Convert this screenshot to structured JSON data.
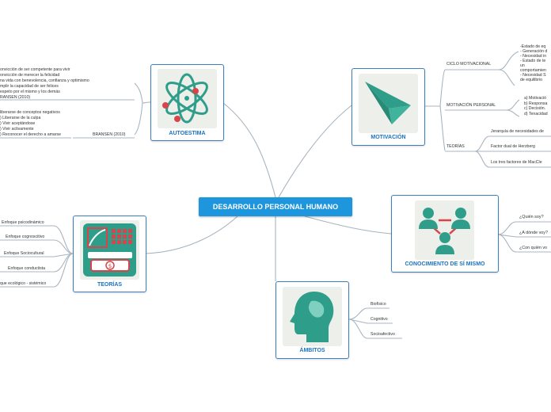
{
  "central": "DESARROLLO PERSONAL HUMANO",
  "autoestima": {
    "title": "AUTOESTIMA",
    "group1": [
      "onvicción de ser competente para vivir",
      "onvicción de merecer la felicidad",
      "na vida con benevolencia, confianza y optimismo",
      "mplir la capacidad de ser felices",
      "espeto por el mismo y los demás",
      "RANSEN (2010)"
    ],
    "group2": [
      "liberarse de conceptos negativos",
      ") Liberarse de la culpa",
      ") Vivir aceptándose",
      ") Vivir activamente",
      ") Reconocer el derecho a amarse"
    ],
    "source2": "BRANSEN (2010)"
  },
  "motivacion": {
    "title": "MOTIVACIÓN",
    "ciclo": "CICLO MOTIVACIONAL",
    "ciclo_items": [
      "-Estado de eq",
      "- Generación d",
      "- Necesidad in",
      "- Estado de te",
      "un",
      "comportamien",
      "- Necesidad S",
      "de equilibrio"
    ],
    "personal": "MOTIVACIÓN PERSONAL",
    "personal_items": [
      "a) Motivació",
      "b) Responsa",
      "c) Decisión.",
      "d) Tenacidad"
    ],
    "teorias": "TEORÍAS",
    "teorias_items": [
      "Jerarquía de necesidades de",
      "Factor dual de Herzberg",
      "Los tres factores de MacCle"
    ]
  },
  "conocimiento": {
    "title": "CONOCIMIENTO DE SÍ MISMO",
    "items": [
      "¿Quién soy?",
      "¿A dónde voy?",
      "¿Con quién vo"
    ]
  },
  "ambitos": {
    "title": "ÁMBITOS",
    "items": [
      "Biofísico",
      "Cognitivo",
      "Socioafectivo"
    ]
  },
  "teorias": {
    "title": "TEORÍAS",
    "items": [
      "Enfoque psicodinámico",
      "Enfoque cognoscitivo",
      "Enfoque Sociocultural",
      "Enfoque conductista",
      "que ecológico - sistémico"
    ]
  },
  "colors": {
    "central_bg": "#1d96de",
    "card_border": "#3d7fbf",
    "label": "#1a73c0",
    "teal": "#2e9e8a",
    "red": "#d9434a",
    "link": "#a8b4bf"
  }
}
